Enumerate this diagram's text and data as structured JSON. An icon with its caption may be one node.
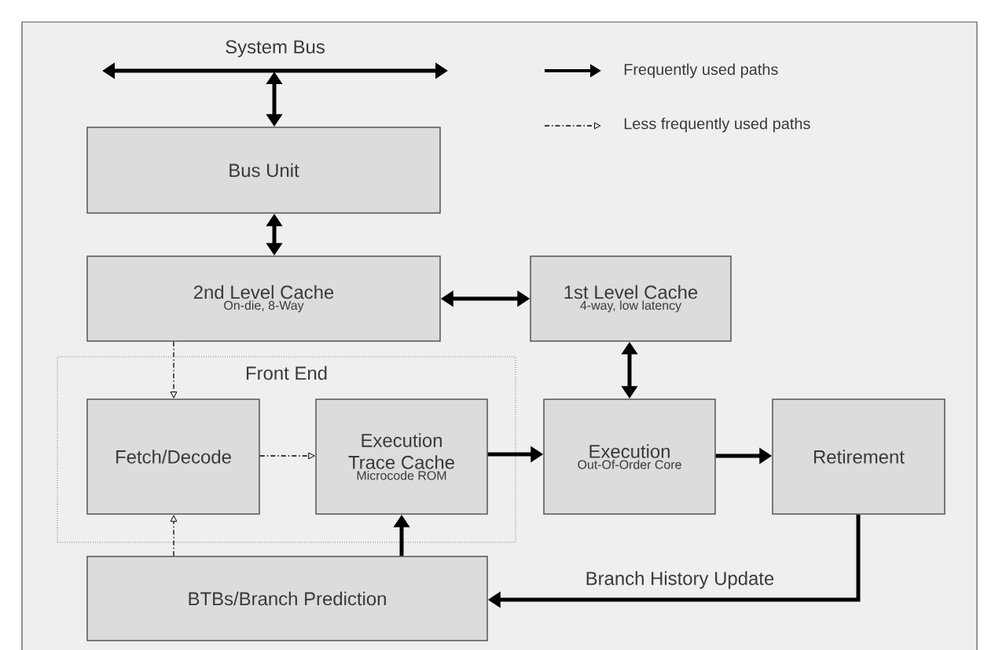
{
  "diagram": {
    "nodes": [
      {
        "text": [
          "System Bus"
        ]
      },
      {
        "text": [
          "Bus Unit"
        ]
      },
      {
        "text": [
          "2nd Level  Cache",
          "On-die, 8-Way"
        ]
      },
      {
        "text": [
          "1st Level Cache",
          "4-way, low latency"
        ]
      },
      {
        "text": [
          "Front End"
        ]
      },
      {
        "text": [
          "Fetch/Decode"
        ],
        "in": 4
      },
      {
        "text": [
          "Execution Trace Cache",
          "Microcode ROM"
        ],
        "in": 4
      },
      {
        "text": [
          "Execution",
          "Out-Of-Order Core"
        ]
      },
      {
        "text": [
          "Retirement"
        ]
      },
      {
        "text": [
          "BTBs/Branch Prediction"
        ]
      }
    ],
    "edges": [
      {
        "from": 0,
        "to": 1,
        "arrow": "both"
      },
      {
        "from": 1,
        "to": 2,
        "arrow": "both"
      },
      {
        "from": 2,
        "to": 3,
        "arrow": "both"
      },
      {
        "from": 3,
        "to": 7,
        "arrow": "both"
      },
      {
        "from": 2,
        "to": 5,
        "arrow": "to",
        "style": "dashed"
      },
      {
        "from": 5,
        "to": 6,
        "arrow": "to",
        "style": "dashed"
      },
      {
        "from": 9,
        "to": 5,
        "arrow": "to",
        "style": "dashed"
      },
      {
        "from": 9,
        "to": 6,
        "arrow": "to"
      },
      {
        "from": 6,
        "to": 7,
        "arrow": "to"
      },
      {
        "from": 7,
        "to": 8,
        "arrow": "to"
      },
      {
        "from": 8,
        "to": 9,
        "arrow": "to",
        "label": "Branch History Update"
      }
    ],
    "legend": [
      {
        "text": "Frequently used paths"
      },
      {
        "text": "Less frequently used paths"
      }
    ]
  }
}
